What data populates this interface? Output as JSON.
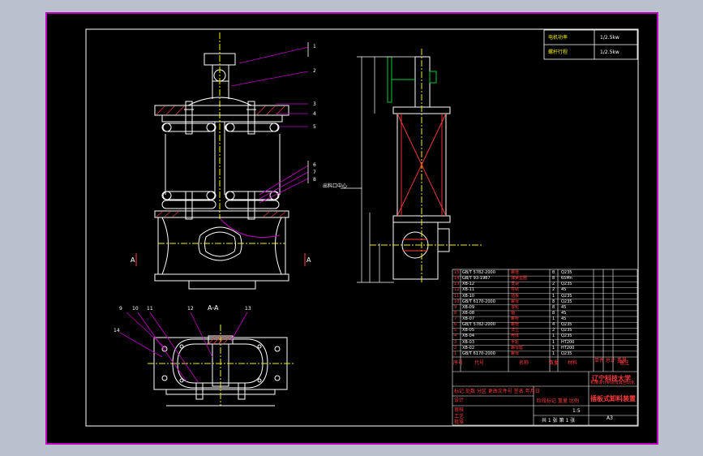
{
  "drawing": {
    "section_label": "A-A",
    "section_marker": "A",
    "top_table": {
      "rows": [
        {
          "label": "电机功率",
          "value": "1/2.5kw"
        },
        {
          "label": "螺杆行程",
          "value": "1/2.5kw"
        }
      ]
    },
    "title_block": {
      "university": "辽宁科技大学",
      "subtitle": "机械设计制造及其自动化",
      "drawing_title": "插板式卸料装置",
      "scale": "1:5",
      "sheet_info": "共 1 张   第 1 张",
      "drawing_no": "A3",
      "header_labels": [
        "序号",
        "代号",
        "名称",
        "数量",
        "材料",
        "单件 总计 重量",
        "备注"
      ],
      "sign_labels": [
        "标记",
        "处数",
        "分区",
        "更改文件号",
        "签名",
        "年月日"
      ],
      "row_labels": [
        "设计",
        "审核",
        "工艺",
        "批准"
      ],
      "stage_labels": [
        "阶段标记",
        "重量",
        "比例"
      ]
    },
    "parts_list": {
      "rows": [
        {
          "no": "15",
          "code": "GB/T 5782-2000",
          "name": "螺栓",
          "qty": "8",
          "material": "Q235"
        },
        {
          "no": "14",
          "code": "GB/T 93-1987",
          "name": "弹簧垫圈",
          "qty": "8",
          "material": "65Mn"
        },
        {
          "no": "13",
          "code": "XB-12",
          "name": "支架",
          "qty": "2",
          "material": "Q235"
        },
        {
          "no": "12",
          "code": "XB-11",
          "name": "导轨",
          "qty": "2",
          "material": "45"
        },
        {
          "no": "11",
          "code": "XB-10",
          "name": "插板",
          "qty": "1",
          "material": "Q235"
        },
        {
          "no": "10",
          "code": "GB/T 6170-2000",
          "name": "螺母",
          "qty": "8",
          "material": "Q235"
        },
        {
          "no": "9",
          "code": "XB-09",
          "name": "滚轮",
          "qty": "8",
          "material": "45"
        },
        {
          "no": "8",
          "code": "XB-08",
          "name": "轴",
          "qty": "8",
          "material": "45"
        },
        {
          "no": "7",
          "code": "XB-07",
          "name": "螺杆",
          "qty": "1",
          "material": "45"
        },
        {
          "no": "6",
          "code": "GB/T 5782-2000",
          "name": "螺栓",
          "qty": "4",
          "material": "Q235"
        },
        {
          "no": "5",
          "code": "XB-05",
          "name": "法兰",
          "qty": "2",
          "material": "Q235"
        },
        {
          "no": "4",
          "code": "XB-04",
          "name": "壳体",
          "qty": "1",
          "material": "Q235"
        },
        {
          "no": "3",
          "code": "XB-03",
          "name": "手轮",
          "qty": "1",
          "material": "HT200"
        },
        {
          "no": "2",
          "code": "XB-02",
          "name": "螺母座",
          "qty": "1",
          "material": "HT200"
        },
        {
          "no": "1",
          "code": "GB/T 6170-2000",
          "name": "螺母",
          "qty": "1",
          "material": "Q235"
        }
      ]
    },
    "callouts": [
      "1",
      "2",
      "3",
      "4",
      "5",
      "6",
      "7",
      "8",
      "9",
      "10",
      "11",
      "12",
      "13",
      "14"
    ],
    "side_note": "出料口中心",
    "colors": {
      "background": "#000000",
      "frame": "#c000c0",
      "geometry": "#ffffff",
      "center": "#f2f200",
      "hidden": "#ff3b3b",
      "handwheel": "#00cc33"
    }
  }
}
